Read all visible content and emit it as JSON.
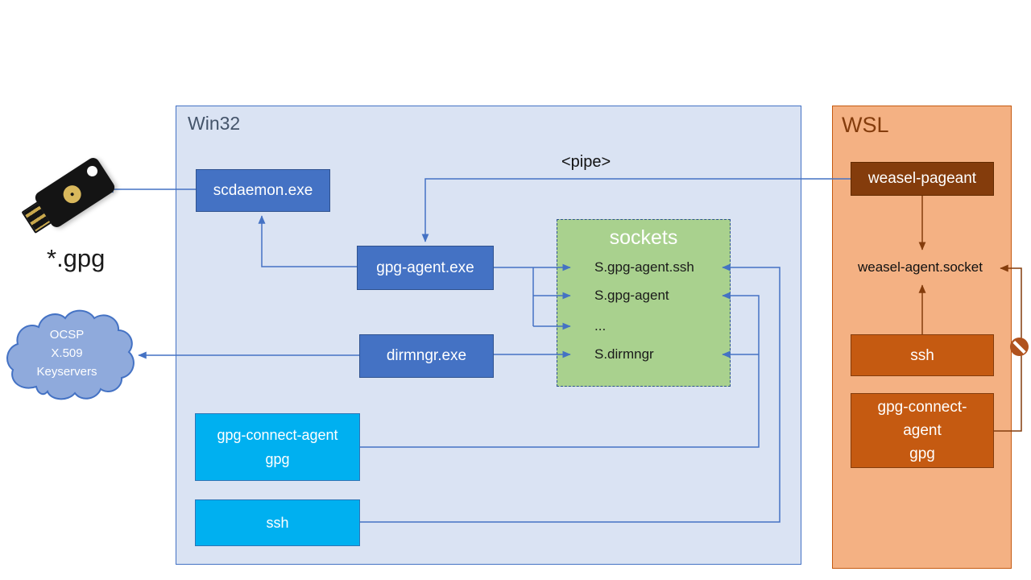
{
  "win32": {
    "label": "Win32",
    "nodes": {
      "scdaemon": "scdaemon.exe",
      "gpg_agent": "gpg-agent.exe",
      "dirmngr": "dirmngr.exe",
      "gpg_connect_line1": "gpg-connect-agent",
      "gpg_connect_line2": "gpg",
      "ssh": "ssh"
    }
  },
  "sockets": {
    "title": "sockets",
    "items": [
      "S.gpg-agent.ssh",
      "S.gpg-agent",
      "...",
      "S.dirmngr"
    ]
  },
  "wsl": {
    "label": "WSL",
    "nodes": {
      "weasel_pageant": "weasel-pageant",
      "weasel_socket": "weasel-agent.socket",
      "ssh": "ssh",
      "gpg_connect_line1": "gpg-connect-",
      "gpg_connect_line2": "agent",
      "gpg_connect_line3": "gpg"
    }
  },
  "external": {
    "pipe_label": "<pipe>",
    "gpg_files": "*.gpg",
    "cloud_line1": "OCSP",
    "cloud_line2": "X.509",
    "cloud_line3": "Keyservers"
  },
  "colors": {
    "win32_fill": "#dae3f3",
    "win32_border": "#4472c4",
    "wsl_fill": "#f4b183",
    "wsl_border": "#c55a11",
    "blue_node": "#4472c4",
    "cyan_node": "#00b0f0",
    "green_sockets": "#a9d18e",
    "brown_dark": "#843c0c",
    "brown_node": "#c55a11",
    "cloud_fill": "#8faadc",
    "arrow_blue": "#4472c4",
    "arrow_brown": "#843c0c",
    "prohibition": "#b0521d"
  }
}
